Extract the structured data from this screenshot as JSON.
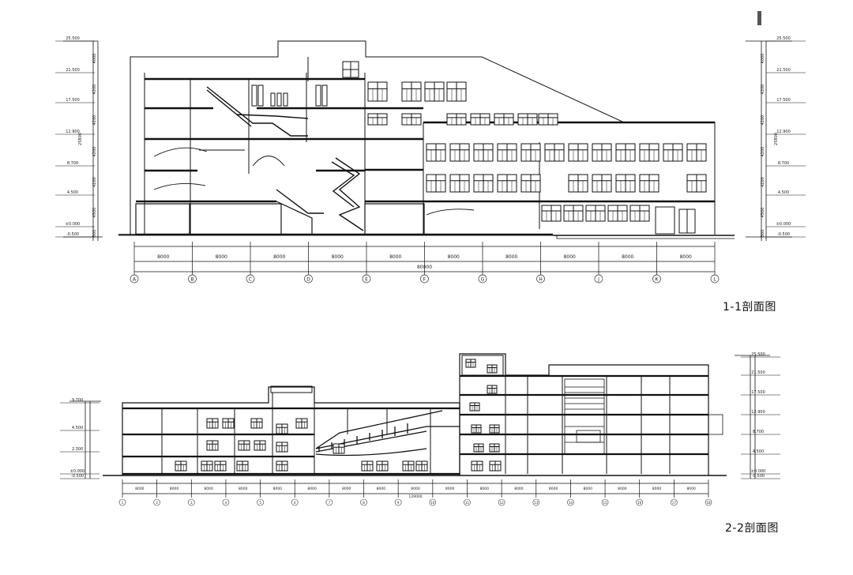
{
  "section_1": {
    "title": "1-1剖面图",
    "elevations_left": [
      "25.500",
      "21.500",
      "17.500",
      "12.900",
      "8.700",
      "4.500",
      "±0.000",
      "-0.500"
    ],
    "elevations_right": [
      "25.500",
      "21.500",
      "17.500",
      "12.900",
      "8.700",
      "4.500",
      "±0.000",
      "-0.500"
    ],
    "floor_heights_left": [
      "4000",
      "4200",
      "4200",
      "4200",
      "4200",
      "4500",
      "500"
    ],
    "floor_heights_right": [
      "4000",
      "4200",
      "4200",
      "4200",
      "4200",
      "4500",
      "500"
    ],
    "total_height": "25800",
    "bay_dims": [
      "8000",
      "8000",
      "8000",
      "8000",
      "8000",
      "8000",
      "8000",
      "8000",
      "8000",
      "8000"
    ],
    "total_dim": "80000",
    "grid_labels": [
      "A",
      "B",
      "C",
      "D",
      "E",
      "F",
      "G",
      "H",
      "J",
      "K",
      "L"
    ]
  },
  "section_2": {
    "title": "2-2剖面图",
    "elevations_left": [
      "9.700",
      "4.500",
      "2.300",
      "±0.000",
      "-0.500"
    ],
    "elevations_right": [
      "25.500",
      "21.500",
      "17.500",
      "12.900",
      "8.700",
      "4.500",
      "±0.000",
      "-0.500"
    ],
    "bay_dims": [
      "8000",
      "8000",
      "8000",
      "8000",
      "8000",
      "8000",
      "8000",
      "8000",
      "8000",
      "8000",
      "8000",
      "8000",
      "8000",
      "8000",
      "8000",
      "8000",
      "8000"
    ],
    "total_dim": "129000",
    "grid_labels": [
      "1",
      "2",
      "3",
      "4",
      "5",
      "6",
      "7",
      "8",
      "9",
      "10",
      "11",
      "12",
      "13",
      "14",
      "15",
      "16",
      "17",
      "18"
    ]
  },
  "colors": {
    "line": "#111111",
    "thin": "#555555",
    "window_fill": "#ffffff"
  }
}
